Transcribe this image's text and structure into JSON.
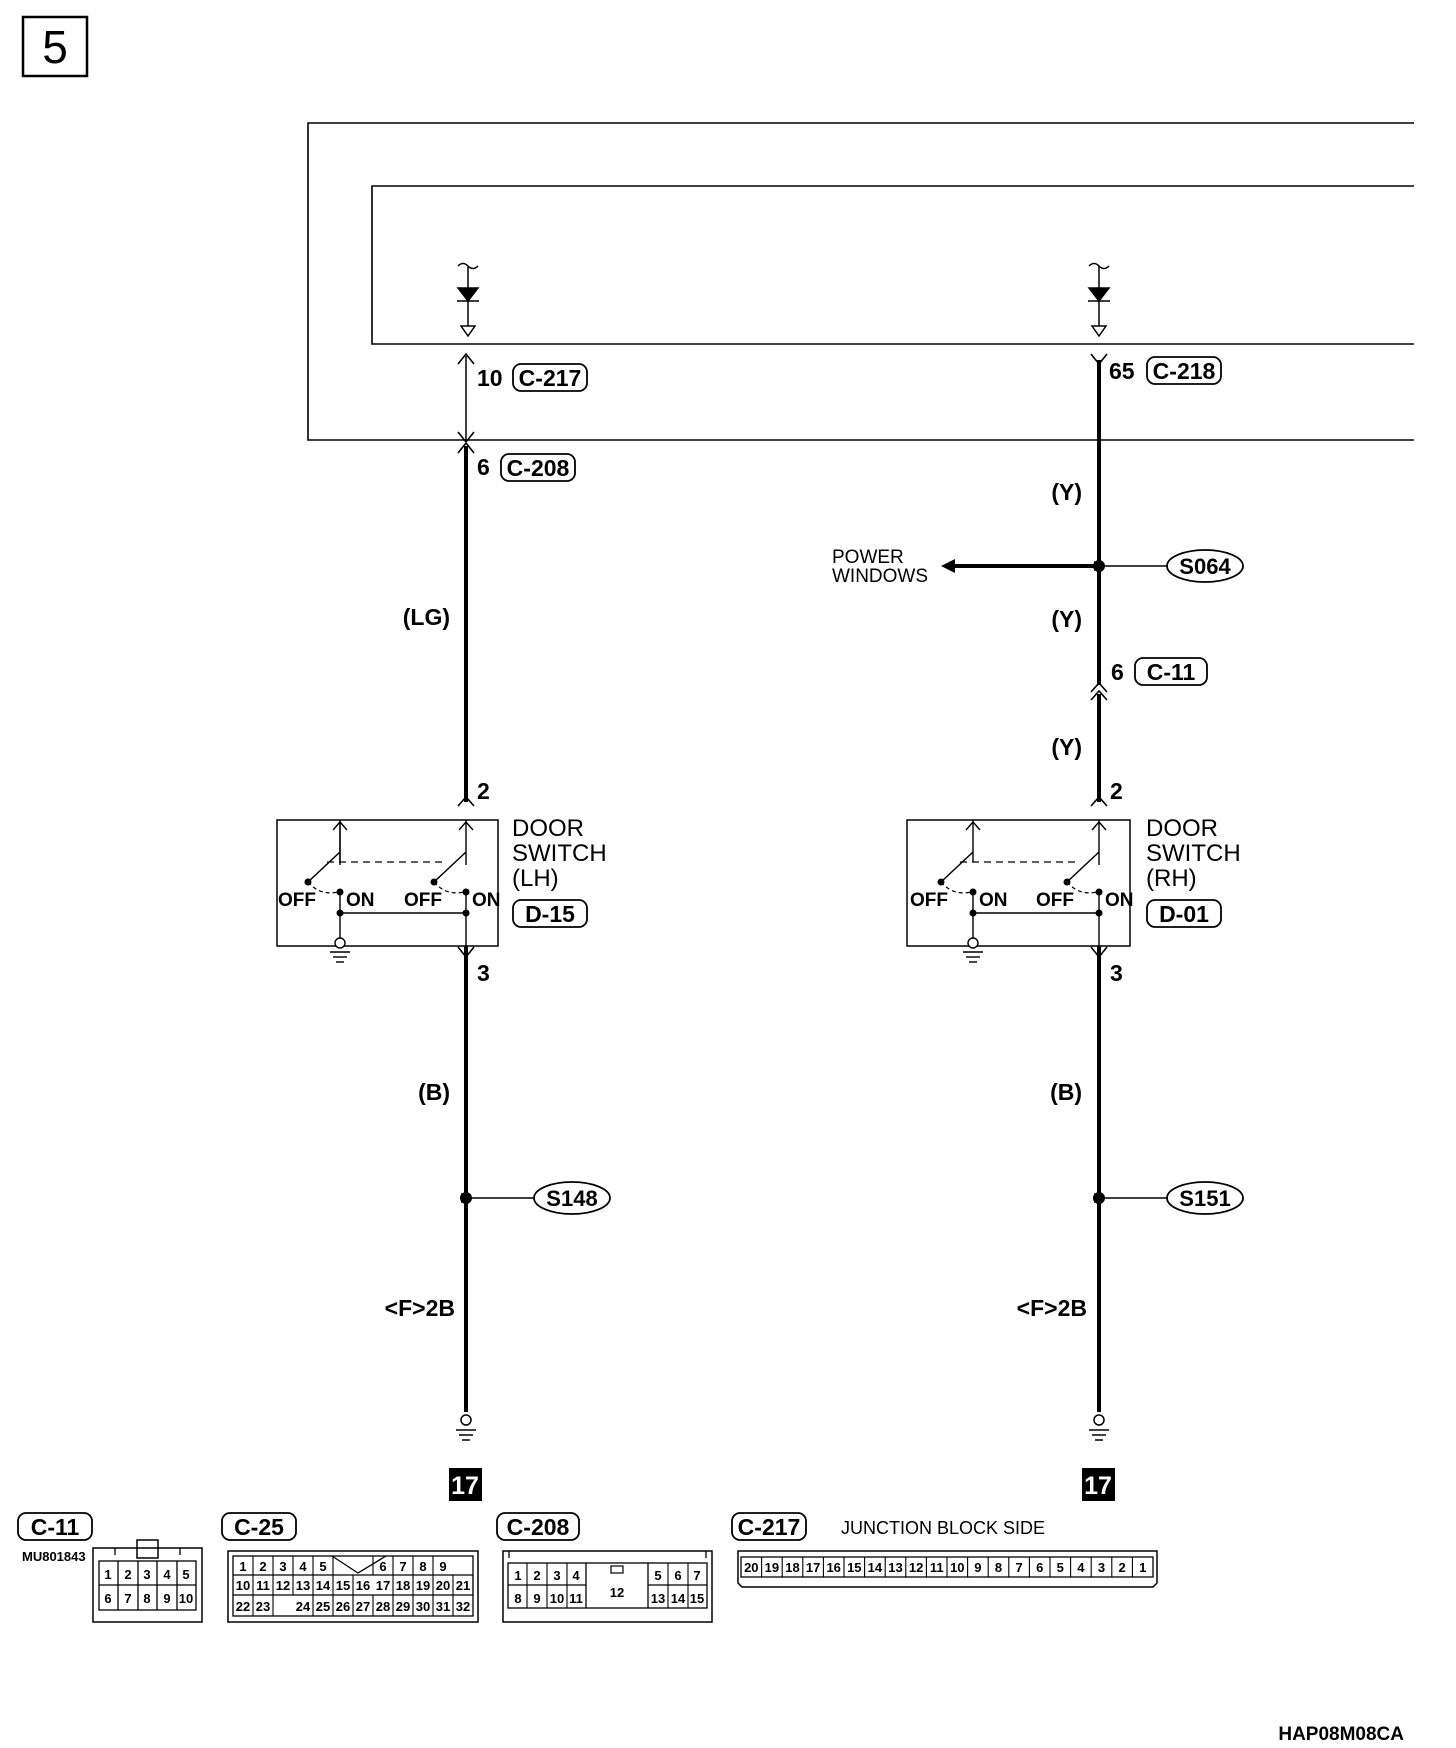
{
  "page_number": "5",
  "doc_code": "HAP08M08CA",
  "signals": {
    "left_top_pin": "10",
    "left_top_connector": "C-217",
    "left_mid_pin": "6",
    "left_mid_connector": "C-208",
    "right_top_pin": "65",
    "right_top_connector": "C-218",
    "right_mid_pin": "6",
    "right_mid_connector": "C-11"
  },
  "wires": {
    "left_upper": "(LG)",
    "right_upper_1": "(Y)",
    "right_upper_2": "(Y)",
    "right_upper_3": "(Y)",
    "left_lower": "(B)",
    "right_lower": "(B)"
  },
  "power_windows": {
    "line1": "POWER",
    "line2": "WINDOWS"
  },
  "splices": {
    "s064": "S064",
    "s148": "S148",
    "s151": "S151"
  },
  "ground_refs": {
    "left": "<F>2B",
    "right": "<F>2B"
  },
  "grounds": {
    "left_page": "17",
    "right_page": "17"
  },
  "switch_lh": {
    "line1": "DOOR",
    "line2": "SWITCH",
    "line3": "(LH)",
    "connector": "D-15",
    "pin_top": "2",
    "pin_bottom": "3",
    "off1": "OFF",
    "on1": "ON",
    "off2": "OFF",
    "on2": "ON"
  },
  "switch_rh": {
    "line1": "DOOR",
    "line2": "SWITCH",
    "line3": "(RH)",
    "connector": "D-01",
    "pin_top": "2",
    "pin_bottom": "3",
    "off1": "OFF",
    "on1": "ON",
    "off2": "OFF",
    "on2": "ON"
  },
  "connectors_legend": {
    "c11": {
      "label": "C-11",
      "part_no": "MU801843",
      "row1": [
        "1",
        "2",
        "3",
        "4",
        "5"
      ],
      "row2": [
        "6",
        "7",
        "8",
        "9",
        "10"
      ]
    },
    "c25": {
      "label": "C-25",
      "row1": [
        "1",
        "2",
        "3",
        "4",
        "5",
        "6",
        "7",
        "8",
        "9"
      ],
      "row2": [
        "10",
        "11",
        "12",
        "13",
        "14",
        "15",
        "16",
        "17",
        "18",
        "19",
        "20",
        "21"
      ],
      "row3": [
        "22",
        "23",
        "24",
        "25",
        "26",
        "27",
        "28",
        "29",
        "30",
        "31",
        "32"
      ]
    },
    "c208": {
      "label": "C-208",
      "row1": [
        "1",
        "2",
        "3",
        "4",
        "5",
        "6",
        "7"
      ],
      "center": "12",
      "row2": [
        "8",
        "9",
        "10",
        "11",
        "13",
        "14",
        "15"
      ]
    },
    "c217": {
      "label": "C-217",
      "side": "JUNCTION BLOCK SIDE",
      "pins": [
        "20",
        "19",
        "18",
        "17",
        "16",
        "15",
        "14",
        "13",
        "12",
        "11",
        "10",
        "9",
        "8",
        "7",
        "6",
        "5",
        "4",
        "3",
        "2",
        "1"
      ]
    }
  }
}
